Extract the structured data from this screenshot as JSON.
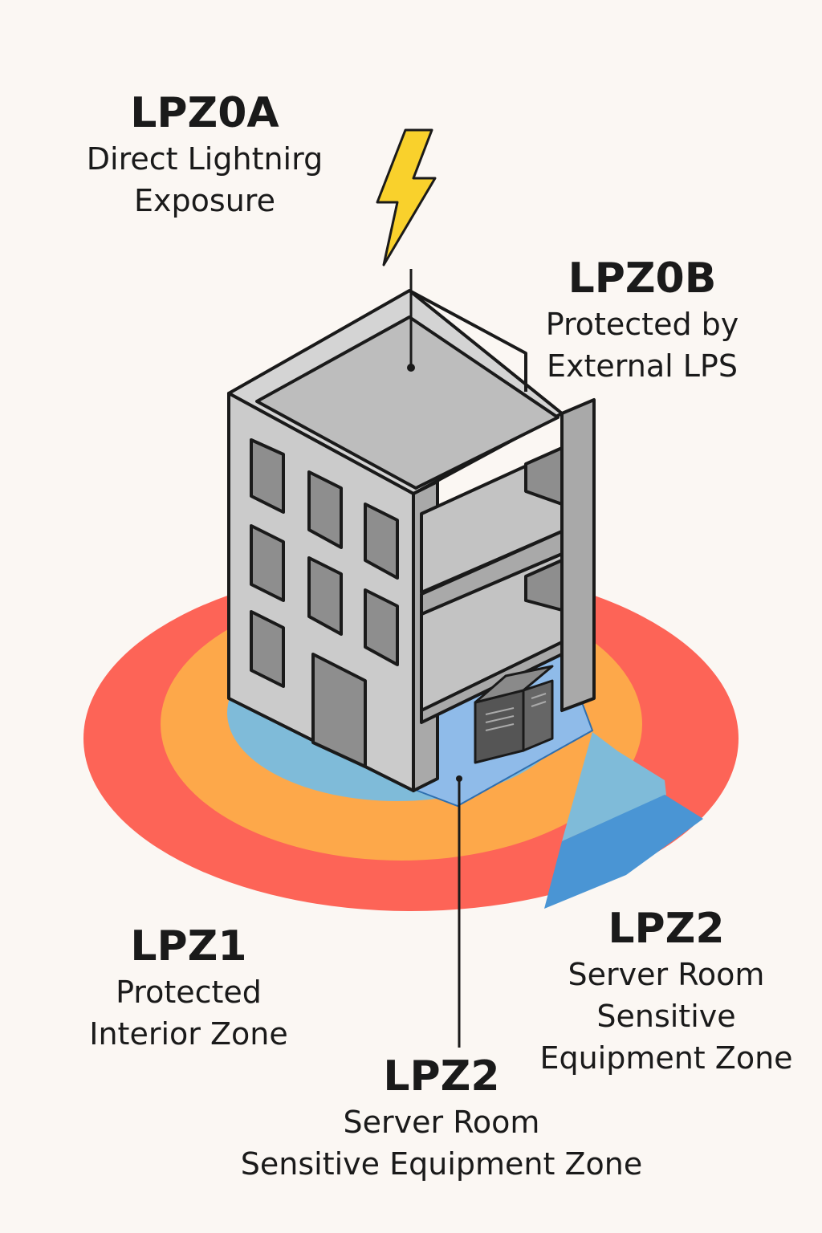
{
  "zones": {
    "lpz0a": {
      "title": "LPZ0A",
      "desc_line1": "Direct Lightnirg",
      "desc_line2": "Exposure"
    },
    "lpz0b": {
      "title": "LPZ0B",
      "desc_line1": "Protected by",
      "desc_line2": "External LPS"
    },
    "lpz1": {
      "title": "LPZ1",
      "desc_line1": "Protected",
      "desc_line2": "Interior Zone"
    },
    "lpz2_right": {
      "title": "LPZ2",
      "desc_line1": "Server Room",
      "desc_line2": "Sensitive",
      "desc_line3": "Equipment Zone"
    },
    "lpz2_bottom": {
      "title": "LPZ2",
      "desc_line1": "Server Room",
      "desc_line2": "Sensitive Equipment Zone"
    }
  },
  "colors": {
    "background": "#fbf7f3",
    "lpz0a_ring": "#fd6457",
    "lpz0b_ring": "#fda84a",
    "lpz1_ring": "#7fbbd9",
    "lpz2_area": "#8fbbe9",
    "lpz2_wedge": "#4a95d4",
    "building_wall": "#cbcbcb",
    "building_side": "#a9a9a9",
    "roof": "#bdbdbd",
    "lightning": "#f9d12c",
    "outline": "#1a1a1a"
  },
  "icons": [
    "lightning-bolt-icon",
    "air-terminal-icon",
    "server-rack-icon",
    "building-icon"
  ]
}
